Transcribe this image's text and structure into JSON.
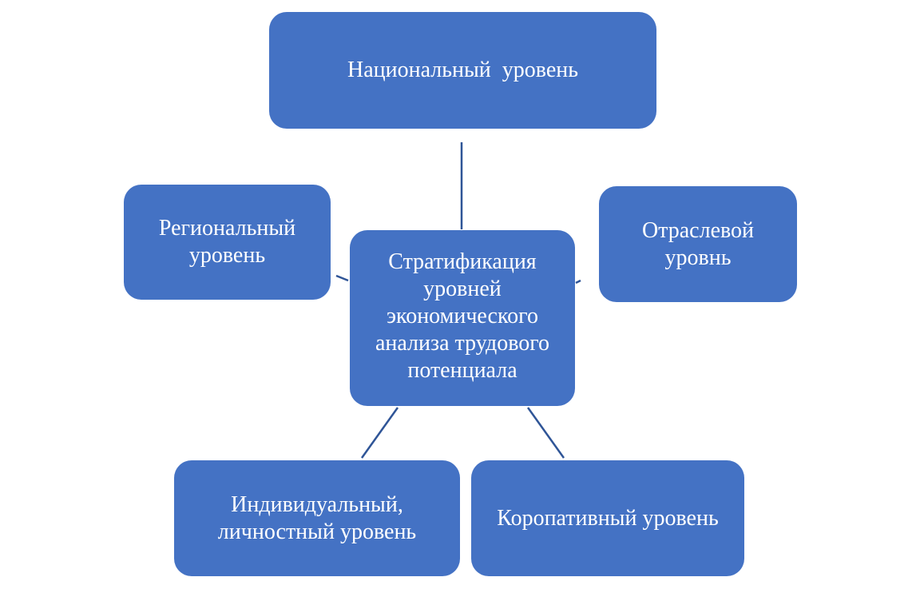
{
  "diagram": {
    "center": {
      "lines": [
        "Стратификация",
        "уровней",
        "экономического",
        "анализа трудового",
        "потенциала"
      ]
    },
    "national": {
      "lines": [
        "Национальный  уровень"
      ]
    },
    "regional": {
      "lines": [
        "Региональный",
        "уровень"
      ]
    },
    "sector": {
      "lines": [
        "Отраслевой",
        "уровнь"
      ]
    },
    "individual": {
      "lines": [
        "Индивидуальный,",
        "личностный уровень"
      ]
    },
    "corporate": {
      "lines": [
        "Коропативный уровень"
      ]
    }
  },
  "colors": {
    "node_fill": "#4472c4",
    "node_text": "#ffffff",
    "connector": "#2f5597"
  }
}
